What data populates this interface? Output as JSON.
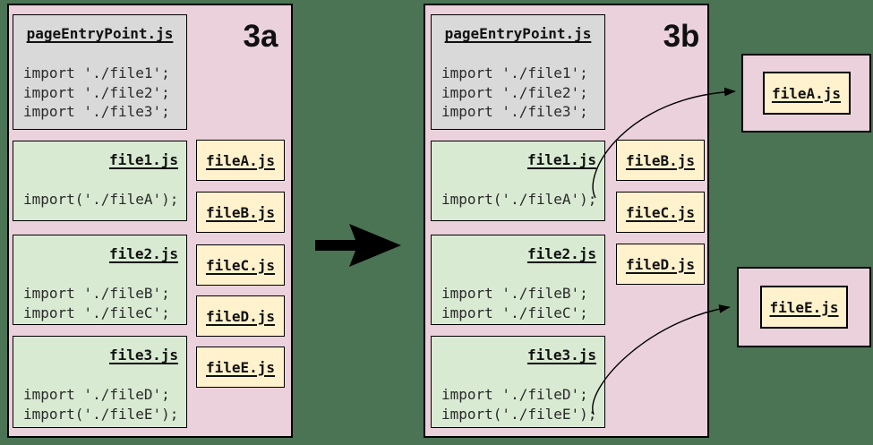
{
  "colors": {
    "background": "#4b7455",
    "panel": "#ead1dc",
    "entry_box": "#d9d9d9",
    "module_box": "#d9ead3",
    "chunk_box": "#fff2cc",
    "border": "#000000",
    "code_text": "#2a2a2a",
    "title_text": "#111111"
  },
  "icons": {
    "transform_arrow": "right-arrow",
    "dynamic_import_arrow_fileA": "curved-arrow-right",
    "dynamic_import_arrow_fileE": "curved-arrow-right"
  },
  "panel_a": {
    "label": "3a",
    "entry": {
      "title": "pageEntryPoint.js",
      "lines": [
        "import './file1';",
        "import './file2';",
        "import './file3';"
      ]
    },
    "modules": [
      {
        "title": "file1.js",
        "lines": [
          "import('./fileA');"
        ]
      },
      {
        "title": "file2.js",
        "lines": [
          "import './fileB';",
          "import './fileC';"
        ]
      },
      {
        "title": "file3.js",
        "lines": [
          "import './fileD';",
          "import('./fileE');"
        ]
      }
    ],
    "chunks": [
      {
        "label": "fileA.js"
      },
      {
        "label": "fileB.js"
      },
      {
        "label": "fileC.js"
      },
      {
        "label": "fileD.js"
      },
      {
        "label": "fileE.js"
      }
    ]
  },
  "panel_b": {
    "label": "3b",
    "entry": {
      "title": "pageEntryPoint.js",
      "lines": [
        "import './file1';",
        "import './file2';",
        "import './file3';"
      ]
    },
    "modules": [
      {
        "title": "file1.js",
        "lines": [
          "import('./fileA');"
        ]
      },
      {
        "title": "file2.js",
        "lines": [
          "import './fileB';",
          "import './fileC';"
        ]
      },
      {
        "title": "file3.js",
        "lines": [
          "import './fileD';",
          "import('./fileE');"
        ]
      }
    ],
    "chunks": [
      {
        "label": "fileB.js"
      },
      {
        "label": "fileC.js"
      },
      {
        "label": "fileD.js"
      }
    ]
  },
  "split_chunks": [
    {
      "label": "fileA.js"
    },
    {
      "label": "fileE.js"
    }
  ]
}
